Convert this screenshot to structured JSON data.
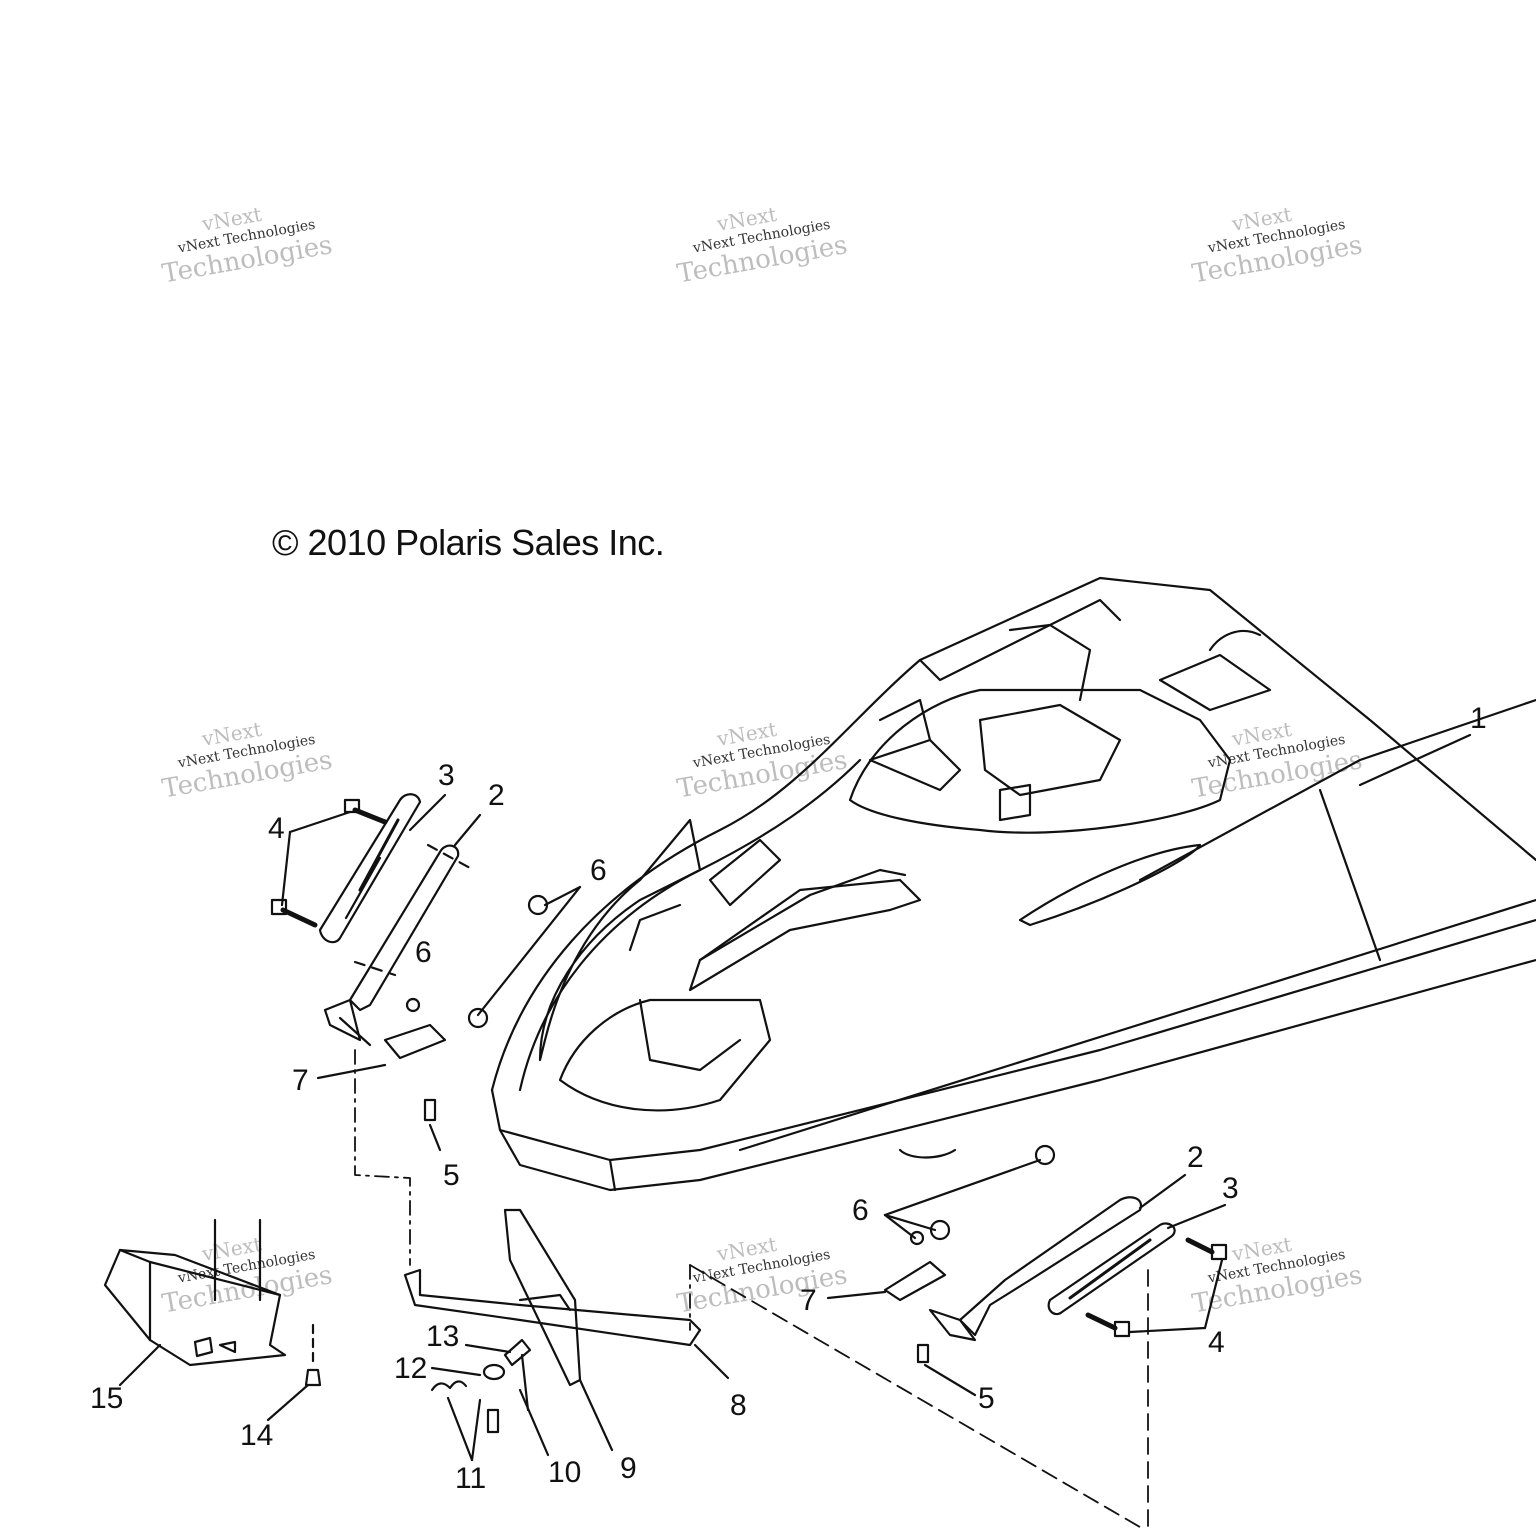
{
  "copyright": "© 2010 Polaris Sales Inc.",
  "watermark": {
    "line1": "vNext",
    "line2": "vNext Technologies",
    "line3": "Technologies"
  },
  "callouts": [
    {
      "id": "1",
      "label": "1"
    },
    {
      "id": "2a",
      "label": "2"
    },
    {
      "id": "3a",
      "label": "3"
    },
    {
      "id": "4a",
      "label": "4"
    },
    {
      "id": "6a",
      "label": "6"
    },
    {
      "id": "6b",
      "label": "6"
    },
    {
      "id": "7a",
      "label": "7"
    },
    {
      "id": "5a",
      "label": "5"
    },
    {
      "id": "2b",
      "label": "2"
    },
    {
      "id": "3b",
      "label": "3"
    },
    {
      "id": "6c",
      "label": "6"
    },
    {
      "id": "7b",
      "label": "7"
    },
    {
      "id": "4b",
      "label": "4"
    },
    {
      "id": "5b",
      "label": "5"
    },
    {
      "id": "8",
      "label": "8"
    },
    {
      "id": "9",
      "label": "9"
    },
    {
      "id": "10",
      "label": "10"
    },
    {
      "id": "11",
      "label": "11"
    },
    {
      "id": "12",
      "label": "12"
    },
    {
      "id": "13",
      "label": "13"
    },
    {
      "id": "14",
      "label": "14"
    },
    {
      "id": "15",
      "label": "15"
    }
  ]
}
